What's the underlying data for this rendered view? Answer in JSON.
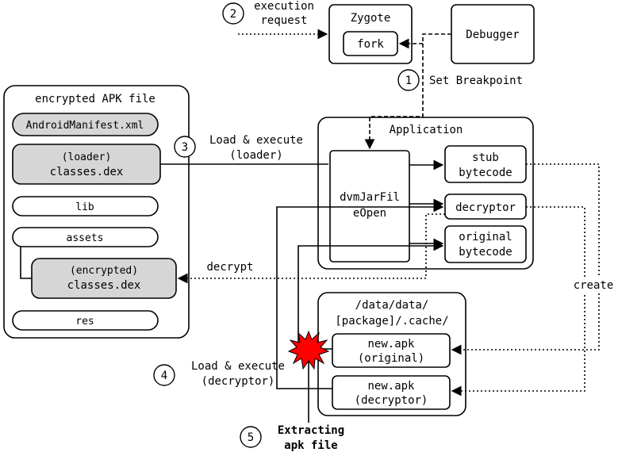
{
  "nodes": {
    "zygote": "Zygote",
    "fork": "fork",
    "debugger": "Debugger",
    "apk_file": "encrypted APK file",
    "manifest": "AndroidManifest.xml",
    "loader_dex": [
      "(loader)",
      "classes.dex"
    ],
    "lib": "lib",
    "assets": "assets",
    "encrypted_dex": [
      "(encrypted)",
      "classes.dex"
    ],
    "res": "res",
    "application": "Application",
    "dvm": [
      "dvmJarFil",
      "eOpen"
    ],
    "stub": [
      "stub",
      "bytecode"
    ],
    "decryptor": "decryptor",
    "original": [
      "original",
      "bytecode"
    ],
    "cache": [
      "/data/data/",
      "[package]/.cache/"
    ],
    "new_apk_original": [
      "new.apk",
      "(original)"
    ],
    "new_apk_decryptor": [
      "new.apk",
      "(decryptor)"
    ]
  },
  "steps": {
    "s1": {
      "num": "1",
      "label": [
        "Set Breakpoint"
      ]
    },
    "s2": {
      "num": "2",
      "label": [
        "execution",
        "request"
      ]
    },
    "s3": {
      "num": "3",
      "label": [
        "Load & execute",
        "(loader)"
      ]
    },
    "s4": {
      "num": "4",
      "label": [
        "Load & execute",
        "(decryptor)"
      ]
    },
    "s5": {
      "num": "5",
      "label": [
        "Extracting",
        "apk file"
      ]
    }
  },
  "edge_labels": {
    "decrypt": "decrypt",
    "create": "create"
  }
}
